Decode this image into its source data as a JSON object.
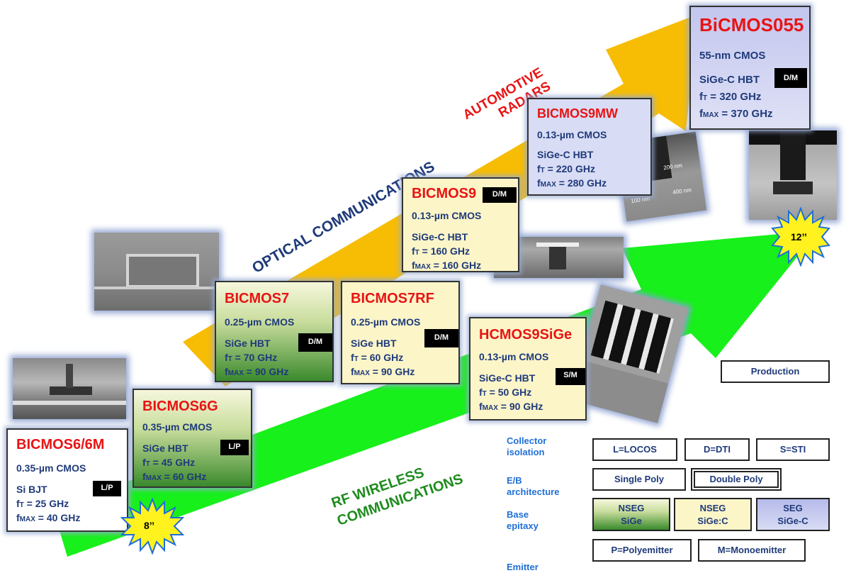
{
  "arrows": {
    "optical": "OPTICAL COMMUNICATIONS",
    "automotive_line1": "AUTOMOTIVE",
    "automotive_line2": "RADARS",
    "rf_line1": "RF WIRELESS",
    "rf_line2": "COMMUNICATIONS"
  },
  "wafers": {
    "small": "8’’",
    "large": "12’’"
  },
  "technologies": [
    {
      "name": "BICMOS6/6M",
      "cmos": "0.35-µm CMOS",
      "device": "Si BJT",
      "ft_label": "f",
      "ft_sub": "T",
      "ft_value": " = 25 GHz",
      "fmax_label": "f",
      "fmax_sub": "MAX",
      "fmax_value": " = 40 GHz",
      "tag": "L/P"
    },
    {
      "name": "BICMOS6G",
      "cmos": "0.35-µm CMOS",
      "device": "SiGe HBT",
      "ft_label": "f",
      "ft_sub": "T",
      "ft_value": " = 45 GHz",
      "fmax_label": "f",
      "fmax_sub": "MAX",
      "fmax_value": " = 60 GHz",
      "tag": "L/P"
    },
    {
      "name": "BICMOS7",
      "cmos": "0.25-µm CMOS",
      "device": "SiGe HBT",
      "ft_label": "f",
      "ft_sub": "T",
      "ft_value": " = 70 GHz",
      "fmax_label": "f",
      "fmax_sub": "MAX",
      "fmax_value": " = 90 GHz",
      "tag": "D/M"
    },
    {
      "name": "BICMOS7RF",
      "cmos": "0.25-µm CMOS",
      "device": "SiGe HBT",
      "ft_label": "f",
      "ft_sub": "T",
      "ft_value": " = 60 GHz",
      "fmax_label": "f",
      "fmax_sub": "MAX",
      "fmax_value": " = 90 GHz",
      "tag": "D/M"
    },
    {
      "name": "BICMOS9",
      "cmos": "0.13-µm CMOS",
      "device": "SiGe-C HBT",
      "ft_label": "f",
      "ft_sub": "T",
      "ft_value": " = 160 GHz",
      "fmax_label": "f",
      "fmax_sub": "MAX",
      "fmax_value": " = 160 GHz",
      "tag": "D/M"
    },
    {
      "name": "HCMOS9SiGe",
      "cmos": "0.13-µm CMOS",
      "device": "SiGe-C HBT",
      "ft_label": "f",
      "ft_sub": "T",
      "ft_value": " = 50 GHz",
      "fmax_label": "f",
      "fmax_sub": "MAX",
      "fmax_value": " = 90 GHz",
      "tag": "S/M"
    },
    {
      "name": "BICMOS9MW",
      "cmos": "0.13-µm CMOS",
      "device": "SiGe-C HBT",
      "ft_label": "f",
      "ft_sub": "T",
      "ft_value": " = 220 GHz",
      "fmax_label": "f",
      "fmax_sub": "MAX",
      "fmax_value": " = 280 GHz",
      "tag": ""
    },
    {
      "name": "BiCMOS055",
      "cmos": "55-nm CMOS",
      "device": "SiGe-C HBT",
      "ft_label": "f",
      "ft_sub": "T",
      "ft_value": " = 320 GHz",
      "fmax_label": "f",
      "fmax_sub": "MAX",
      "fmax_value": " = 370 GHz",
      "tag": "D/M"
    }
  ],
  "photos": {
    "p100nm": "100 nm",
    "p200nm": "200 nm",
    "p400nm": "400 nm"
  },
  "legend": {
    "production": "Production",
    "labels": {
      "collector_1": "Collector",
      "collector_2": "isolation",
      "eb_1": "E/B",
      "eb_2": "architecture",
      "base_1": "Base",
      "base_2": "epitaxy",
      "emitter": "Emitter"
    },
    "collector": [
      "L=LOCOS",
      "D=DTI",
      "S=STI"
    ],
    "eb": [
      "Single Poly",
      "Double Poly"
    ],
    "base": [
      {
        "line1": "NSEG",
        "line2": "SiGe"
      },
      {
        "line1": "NSEG",
        "line2": "SiGe:C"
      },
      {
        "line1": "SEG",
        "line2": "SiGe-C"
      }
    ],
    "emitter": [
      "P=Polyemitter",
      "M=Monoemitter"
    ]
  },
  "colors": {
    "green_arrow": "#17f01a",
    "yellow_arrow": "#f7bd05",
    "red_text": "#e81414",
    "green_text": "#1e8c1e",
    "navy_text": "#1f3a7a",
    "blue_label": "#1f6fd6"
  }
}
